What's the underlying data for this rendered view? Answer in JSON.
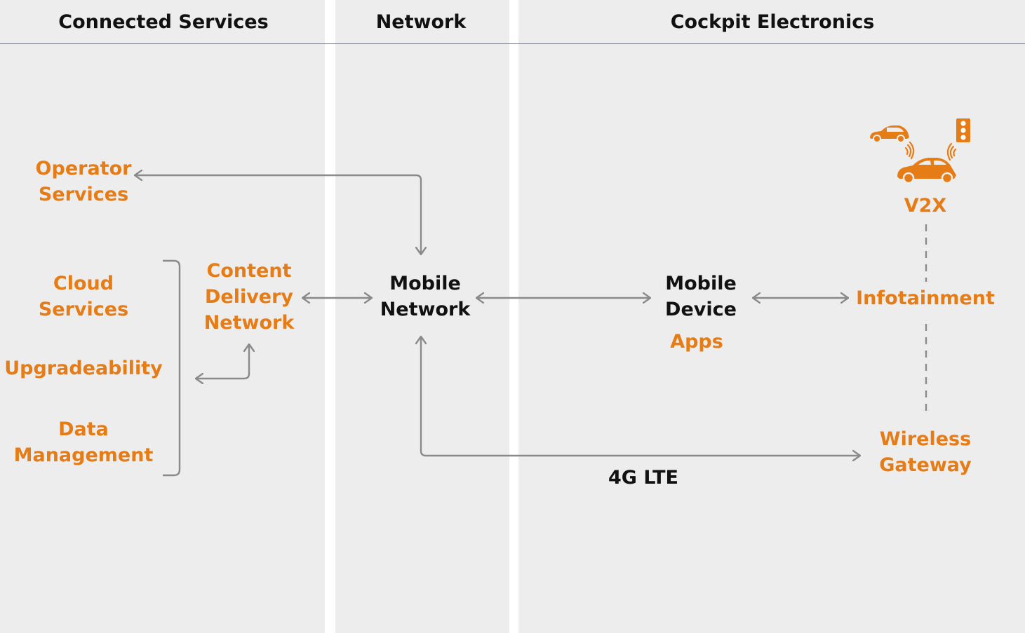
{
  "colors": {
    "background": "#ffffff",
    "panel": "#ededed",
    "accent": "#e57c16",
    "text": "#111111",
    "connector": "#8a8a8a"
  },
  "headers": {
    "connected_services": "Connected Services",
    "network": "Network",
    "cockpit_electronics": "Cockpit Electronics"
  },
  "nodes": {
    "operator_services": [
      "Operator",
      "Services"
    ],
    "cloud_services": [
      "Cloud",
      "Services"
    ],
    "upgradeability": "Upgradeability",
    "data_management": [
      "Data",
      "Management"
    ],
    "content_delivery_network": [
      "Content",
      "Delivery",
      "Network"
    ],
    "mobile_network": [
      "Mobile",
      "Network"
    ],
    "mobile_device": [
      "Mobile",
      "Device"
    ],
    "apps": "Apps",
    "infotainment": "Infotainment",
    "v2x": "V2X",
    "wireless_gateway": [
      "Wireless",
      "Gateway"
    ],
    "lte_label": "4G LTE"
  },
  "icons": [
    "small-car-icon",
    "traffic-light-icon",
    "signal-waves-icon",
    "car-icon"
  ]
}
